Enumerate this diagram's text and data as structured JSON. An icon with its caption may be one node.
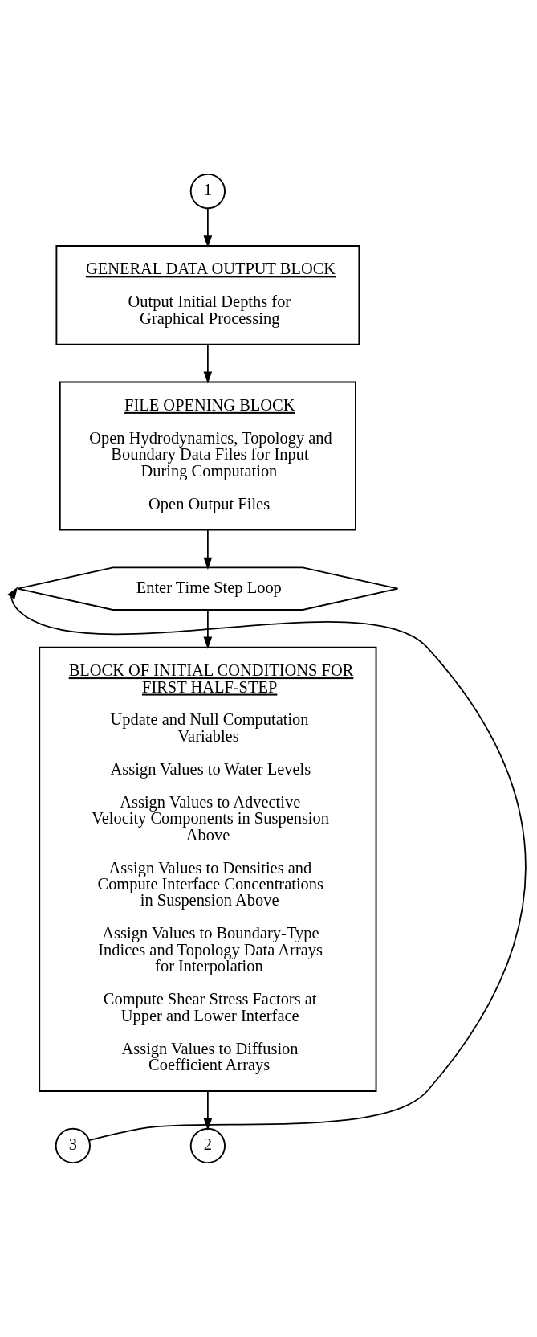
{
  "diagram": {
    "nodes": [
      {
        "text": [
          "1"
        ]
      },
      {
        "text": [
          "GENERAL DATA OUTPUT BLOCK",
          "Output Initial Depths for Graphical Processing"
        ]
      },
      {
        "text": [
          "FILE OPENING BLOCK",
          "Open Hydrodynamics, Topology and Boundary Data Files for Input During Computation",
          "Open Output Files"
        ]
      },
      {
        "text": [
          "Enter Time Step Loop"
        ]
      },
      {
        "text": [
          "BLOCK OF INITIAL CONDITIONS FOR FIRST HALF-STEP",
          "Update and Null Computation Variables",
          "Assign Values to Water Levels",
          "Assign Values to Advective Velocity Components in Suspension Above",
          "Assign Values to Densities and Compute Interface Concentrations in Suspension Above",
          "Assign Values to Boundary-Type Indices and Topology Data Arrays for Interpolation",
          "Compute Shear Stress Factors at Upper and Lower Interface",
          "Assign Values to Diffusion Coefficient Arrays"
        ]
      },
      {
        "text": [
          "3"
        ]
      },
      {
        "text": [
          "2"
        ]
      }
    ],
    "edges": [
      {
        "from": 0,
        "to": 1,
        "arrow": "to"
      },
      {
        "from": 1,
        "to": 2,
        "arrow": "to"
      },
      {
        "from": 2,
        "to": 3,
        "arrow": "to"
      },
      {
        "from": 3,
        "to": 4,
        "arrow": "to"
      },
      {
        "from": 4,
        "to": 6,
        "arrow": "to"
      },
      {
        "from": 5,
        "to": 3,
        "arrow": "to"
      }
    ]
  }
}
